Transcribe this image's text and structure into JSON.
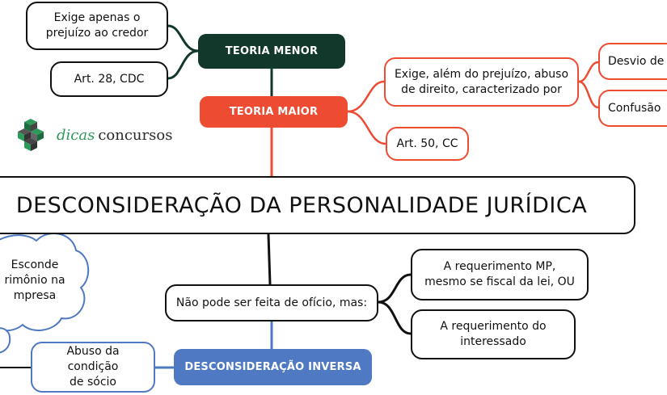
{
  "central": {
    "title": "DESCONSIDERAÇÃO DA PERSONALIDADE JURÍDICA"
  },
  "teoria_menor": {
    "label": "TEORIA MENOR",
    "color": "#12382b",
    "children": [
      "Exige apenas o\nprejuízo ao credor",
      "Art. 28, CDC"
    ]
  },
  "teoria_maior": {
    "label": "TEORIA MAIOR",
    "color": "#ee4b33",
    "children": [
      "Exige, além do prejuízo, abuso\nde direito, caracterizado por",
      "Art. 50, CC"
    ],
    "sub_children": [
      "Desvio de",
      "Confusão"
    ]
  },
  "oficio": {
    "label": "Não pode ser feita de ofício, mas:",
    "children": [
      "A requerimento MP,\nmesmo se fiscal da lei, OU",
      "A requerimento do\ninteressado"
    ]
  },
  "inversa": {
    "label": "DESCONSIDERAÇÃO INVERSA",
    "color": "#4f79c3",
    "children": [
      "Abuso da condição\nde sócio"
    ],
    "cloud": "Esconde\nrimônio na\nmpresa"
  },
  "logo": {
    "word1": "dicas",
    "word2": "concursos",
    "colors": [
      "#2e9a5a",
      "#2b2b2b"
    ]
  }
}
